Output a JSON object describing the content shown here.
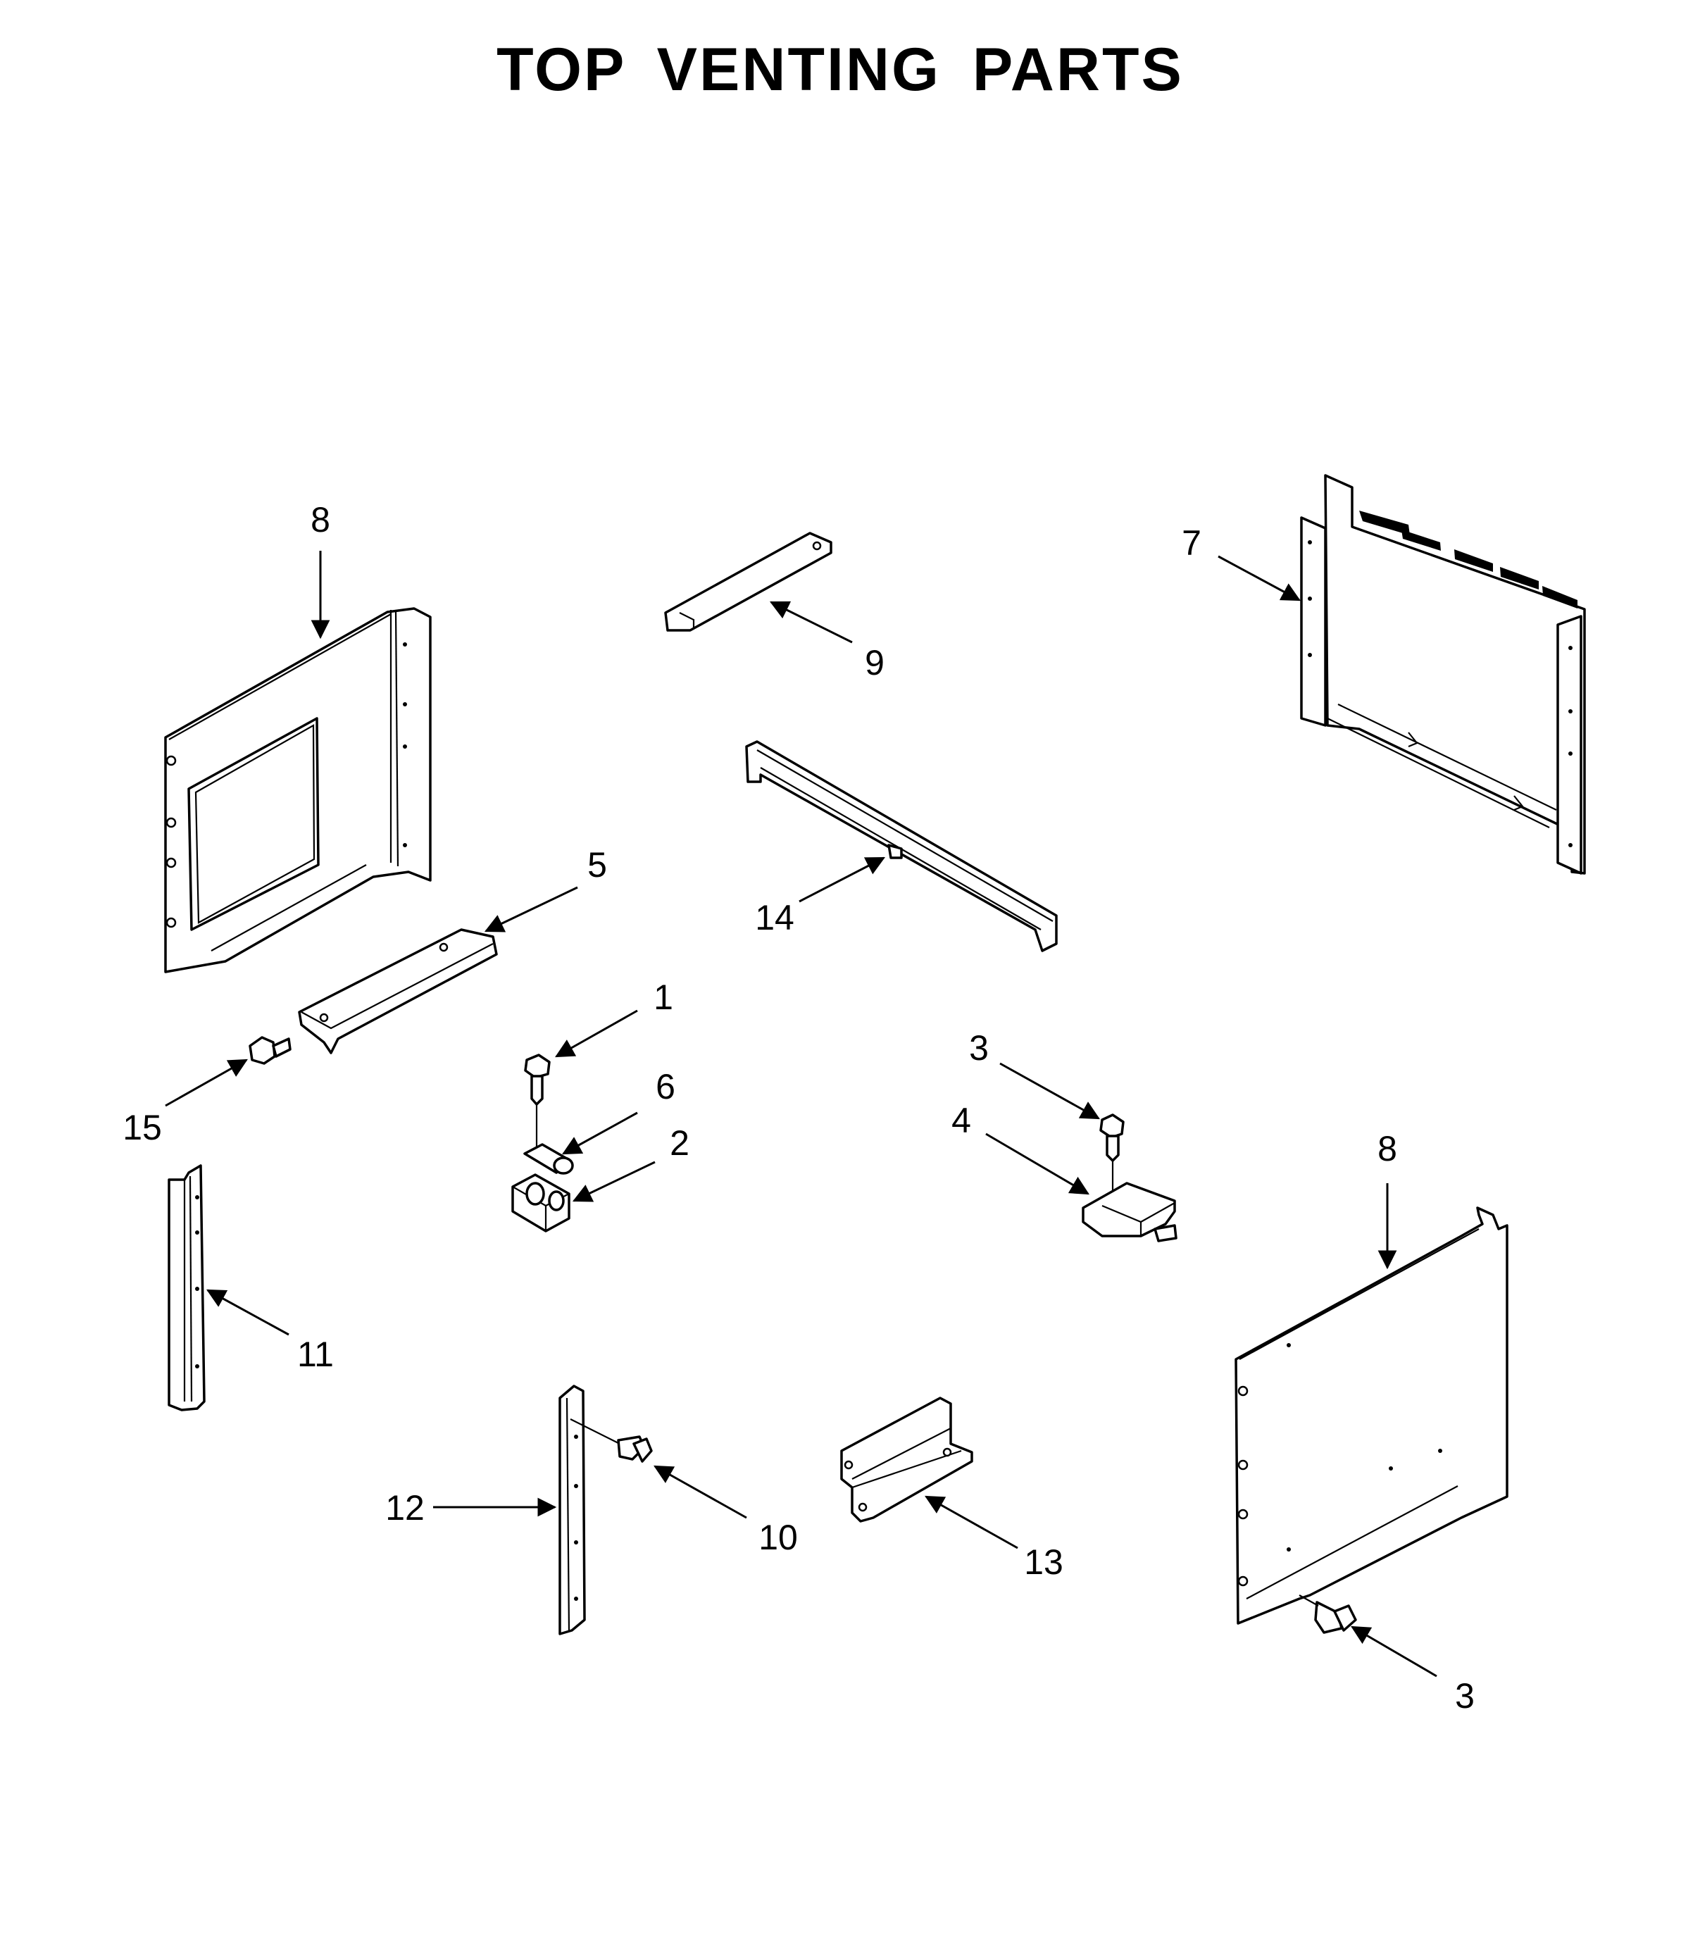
{
  "title": "TOP VENTING PARTS",
  "callouts": {
    "c8a": "8",
    "c9": "9",
    "c7": "7",
    "c5": "5",
    "c14": "14",
    "c1": "1",
    "c6": "6",
    "c2": "2",
    "c3a": "3",
    "c4": "4",
    "c15": "15",
    "c8b": "8",
    "c11": "11",
    "c12": "12",
    "c10": "10",
    "c13": "13",
    "c3b": "3"
  }
}
